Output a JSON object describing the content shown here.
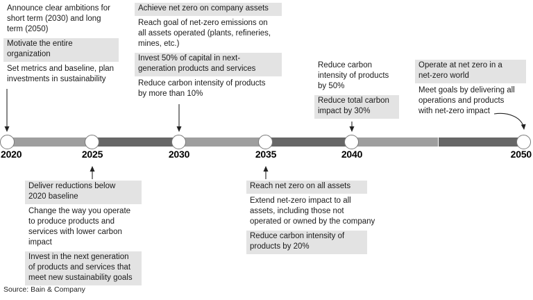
{
  "timeline": {
    "years": [
      "2020",
      "2025",
      "2030",
      "2035",
      "2040",
      "2050"
    ]
  },
  "blocks": {
    "b2020": {
      "year": "2020",
      "position": "above",
      "items": [
        {
          "text": "Announce clear ambitions for\nshort term (2030) and long\nterm (2050)",
          "highlight": false
        },
        {
          "text": "Motivate the entire\norganization",
          "highlight": true
        },
        {
          "text": "Set metrics and baseline, plan\ninvestments in sustainability",
          "highlight": false
        }
      ]
    },
    "b2025": {
      "year": "2025",
      "position": "below",
      "items": [
        {
          "text": "Deliver reductions below\n2020 baseline",
          "highlight": true
        },
        {
          "text": "Change the way you operate\nto produce products and\nservices with lower carbon\nimpact",
          "highlight": false
        },
        {
          "text": "Invest in the next generation\nof products and services that\nmeet new sustainability goals",
          "highlight": true
        }
      ]
    },
    "b2030": {
      "year": "2030",
      "position": "above",
      "items": [
        {
          "text": "Achieve net zero on company assets",
          "highlight": true
        },
        {
          "text": "Reach goal of net-zero emissions on\nall assets operated (plants, refineries,\nmines, etc.)",
          "highlight": false
        },
        {
          "text": "Invest 50% of capital in next-\ngeneration products and services",
          "highlight": true
        },
        {
          "text": "Reduce carbon intensity of products\nby more than 10%",
          "highlight": false
        }
      ]
    },
    "b2035": {
      "year": "2035",
      "position": "below",
      "items": [
        {
          "text": "Reach net zero on all assets",
          "highlight": true
        },
        {
          "text": "Extend net-zero impact to all\nassets, including those not\noperated or owned by the company",
          "highlight": false
        },
        {
          "text": "Reduce carbon intensity of\nproducts by 20%",
          "highlight": true
        }
      ]
    },
    "b2040": {
      "year": "2040",
      "position": "above",
      "items": [
        {
          "text": "Reduce carbon\nintensity of products\nby 50%",
          "highlight": false
        },
        {
          "text": "Reduce total carbon\nimpact by 30%",
          "highlight": true
        }
      ]
    },
    "b2050": {
      "year": "2050",
      "position": "above",
      "items": [
        {
          "text": "Operate at net zero in a\nnet-zero world",
          "highlight": true
        },
        {
          "text": "Meet goals by delivering all\noperations and products\nwith net-zero impact",
          "highlight": false
        }
      ]
    }
  },
  "source": "Source: Bain & Company",
  "colors": {
    "highlight": "#e3e3e3",
    "bar_light": "#9e9e9e",
    "bar_dark": "#676767",
    "node_border": "#7a7a7a",
    "text": "#1a1a1a"
  }
}
